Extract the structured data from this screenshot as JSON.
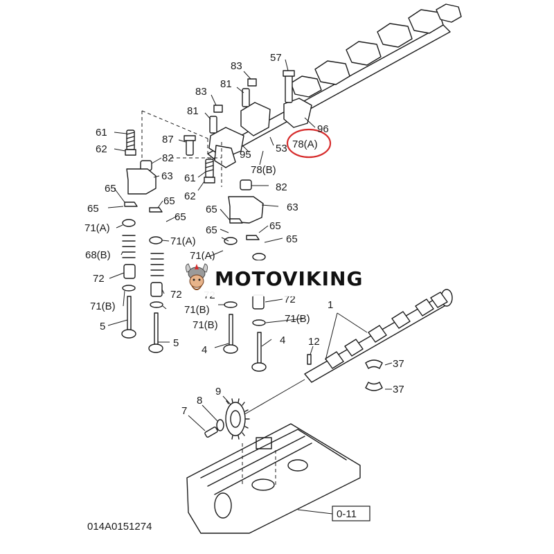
{
  "diagram": {
    "part_labels": {
      "p83a": "83",
      "p57": "57",
      "p81a": "81",
      "p83b": "83",
      "p81b": "81",
      "p96": "96",
      "p61a": "61",
      "p87": "87",
      "p78a": "78(A)",
      "p53": "53",
      "p62a": "62",
      "p95": "95",
      "p82a": "82",
      "p78b": "78(B)",
      "p63a": "63",
      "p61b": "61",
      "p62b": "62",
      "p82b": "82",
      "p65a": "65",
      "p65b": "65",
      "p65c": "65",
      "p63b": "63",
      "p65d": "65",
      "p65e": "65",
      "p65f": "65",
      "p65g": "65",
      "p71a1": "71(A)",
      "p71a2": "71(A)",
      "p71a3": "71(A)",
      "p68b": "68(B)",
      "p72a": "72",
      "p72b": "72",
      "p72c": "72",
      "p72d": "72",
      "p71b1": "71(B)",
      "p71b2": "71(B)",
      "p71b3": "71(B)",
      "p71b4": "71(B)",
      "p1": "1",
      "p5a": "5",
      "p5b": "5",
      "p4a": "4",
      "p4b": "4",
      "p12": "12",
      "p37a": "37",
      "p37b": "37",
      "p9": "9",
      "p8": "8",
      "p7": "7"
    },
    "reference_box": "0-11",
    "diagram_code": "014A0151274",
    "highlight_color": "#d62b2b"
  },
  "watermark": {
    "text": "MOTOVIKING",
    "mascot_icon": "viking-mascot-icon"
  }
}
